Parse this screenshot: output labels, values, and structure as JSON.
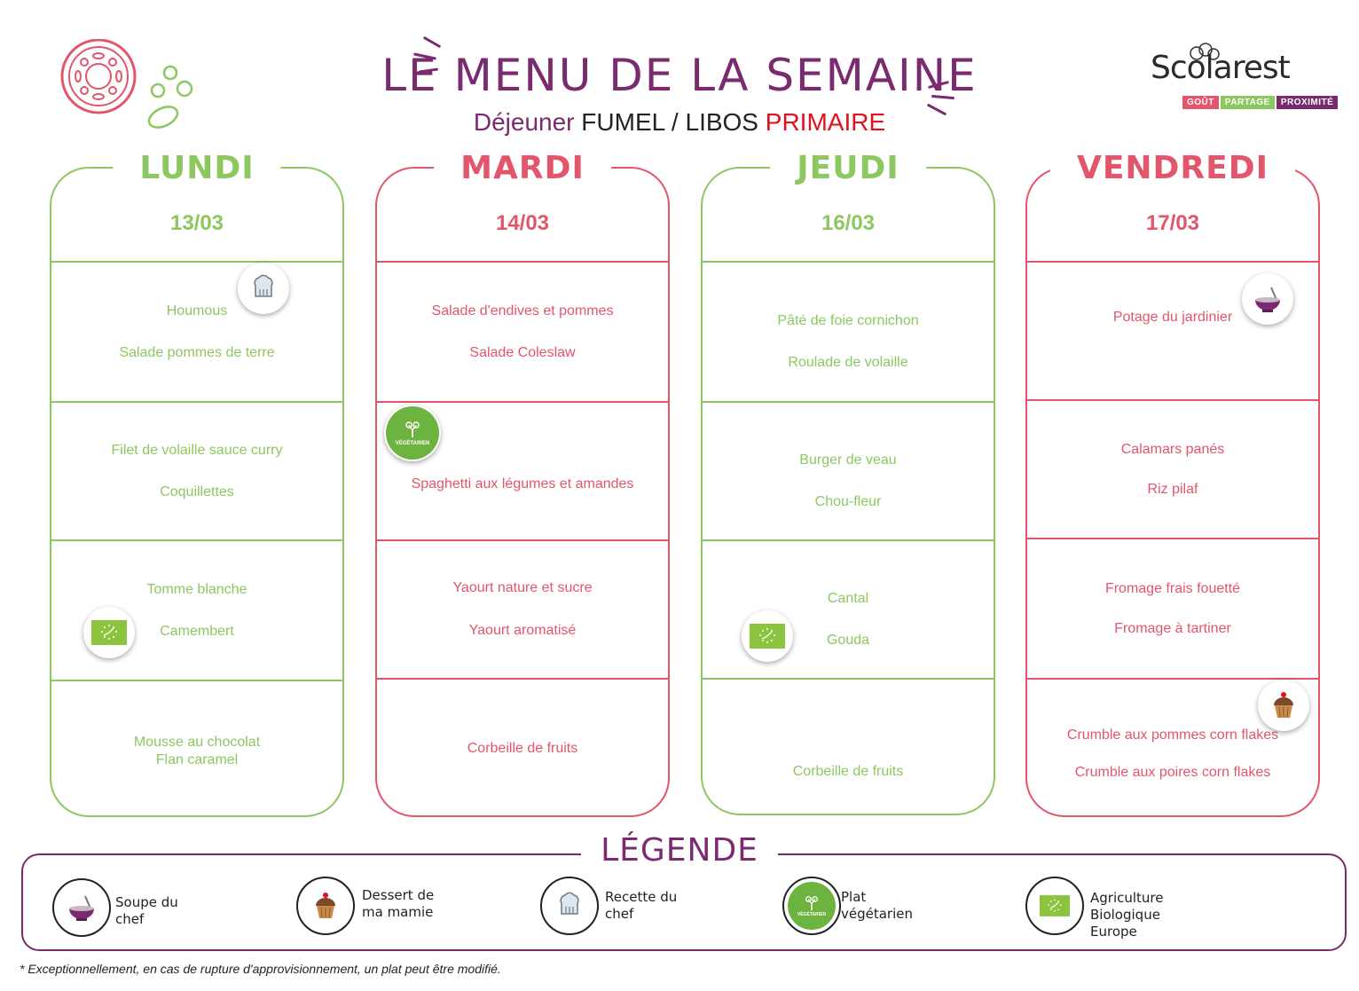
{
  "header": {
    "title": "LE MENU DE LA SEMAINE",
    "subtitle_part1": "Déjeuner",
    "subtitle_part2": " FUMEL / LIBOS ",
    "subtitle_part3": "PRIMAIRE",
    "brand_name": "Scolarest",
    "brand_tags": [
      "GOÛT",
      "PARTAGE",
      "PROXIMITÉ"
    ],
    "colors": {
      "purple": "#7a2a6e",
      "green": "#8cc760",
      "red": "#e2556a",
      "primaire": "#e0101e"
    }
  },
  "days": [
    {
      "name": "LUNDI",
      "date": "13/03",
      "color": "green",
      "starters": [
        "Houmous",
        "Salade pommes de terre"
      ],
      "mains": [
        "Filet de volaille sauce curry",
        "Coquillettes"
      ],
      "cheese": [
        "Tomme blanche",
        "Camembert"
      ],
      "dessert": [
        "Mousse au chocolat",
        "Flan caramel"
      ],
      "badges": [
        "chef-hat-icon",
        "organic-label-icon"
      ]
    },
    {
      "name": "MARDI",
      "date": "14/03",
      "color": "red",
      "starters": [
        "Salade d'endives et pommes",
        "Salade Coleslaw"
      ],
      "mains": [
        "Spaghetti aux légumes et amandes"
      ],
      "cheese": [
        "Yaourt nature et sucre",
        "Yaourt aromatisé"
      ],
      "dessert": [
        "Corbeille de fruits"
      ],
      "badges": [
        "vegetarian-icon"
      ],
      "veg_label": "VÉGÉTARIEN"
    },
    {
      "name": "JEUDI",
      "date": "16/03",
      "color": "green",
      "starters": [
        "Pâté de foie cornichon",
        "Roulade de volaille"
      ],
      "mains": [
        "Burger de veau",
        "Chou-fleur"
      ],
      "cheese": [
        "Cantal",
        "Gouda"
      ],
      "dessert": [
        "Corbeille de fruits"
      ],
      "badges": [
        "organic-label-icon"
      ]
    },
    {
      "name": "VENDREDI",
      "date": "17/03",
      "color": "red",
      "starters": [
        "Potage du jardinier"
      ],
      "mains": [
        "Calamars panés",
        "Riz pilaf"
      ],
      "cheese": [
        "Fromage frais fouetté",
        "Fromage à tartiner"
      ],
      "dessert": [
        "Crumble aux pommes corn flakes",
        "Crumble aux poires corn flakes"
      ],
      "badges": [
        "soup-bowl-icon",
        "cupcake-icon"
      ]
    }
  ],
  "legend": {
    "title": "LÉGENDE",
    "items": [
      {
        "icon": "soup-bowl-icon",
        "label_line1": "Soupe du",
        "label_line2": "chef"
      },
      {
        "icon": "cupcake-icon",
        "label_line1": "Dessert de",
        "label_line2": "ma mamie"
      },
      {
        "icon": "chef-hat-icon",
        "label_line1": "Recette du",
        "label_line2": "chef"
      },
      {
        "icon": "vegetarian-icon",
        "label_line1": "Plat",
        "label_line2": "végétarien"
      },
      {
        "icon": "organic-label-icon",
        "label_line1": "Agriculture",
        "label_line2": "Biologique",
        "label_line3": "Europe"
      }
    ]
  },
  "footnote": "* Exceptionnellement, en cas de rupture d'approvisionnement, un plat peut être modifié."
}
